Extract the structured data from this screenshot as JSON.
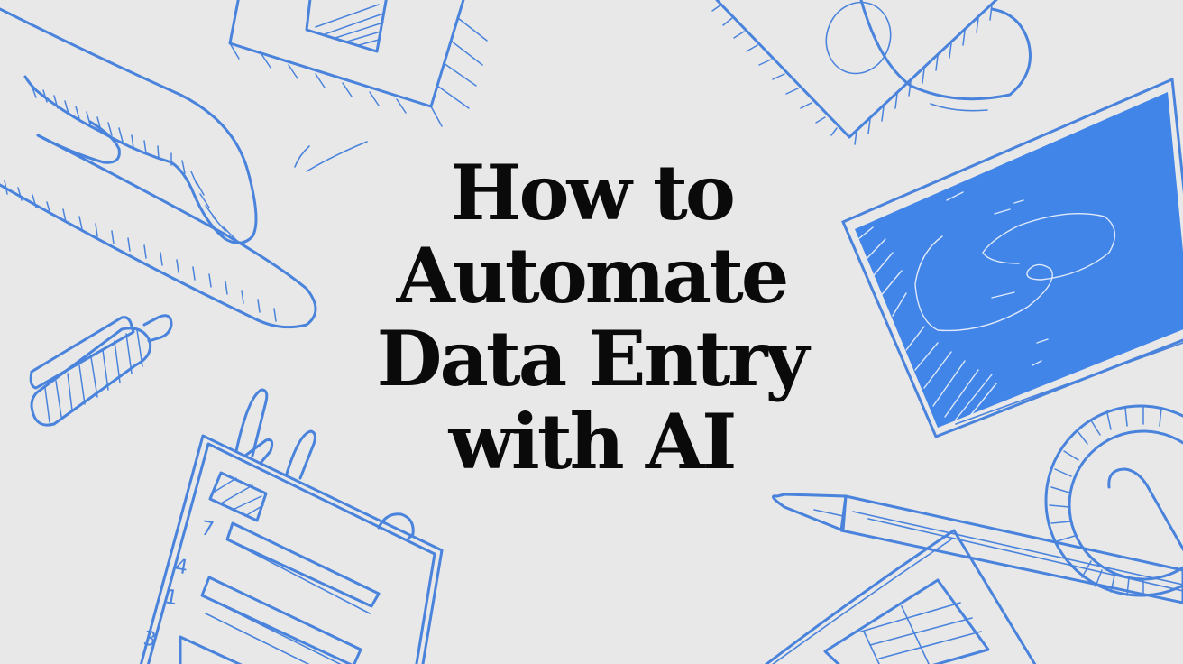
{
  "title": {
    "lines": [
      "How to",
      "Automate",
      "Data Entry",
      "with AI"
    ]
  },
  "illustration": {
    "clipboard_numbers": [
      "7",
      "4",
      "1",
      "3"
    ],
    "objects": [
      "pointing-hand",
      "usb-drive",
      "clipboard-checklist",
      "blue-tablet",
      "pen",
      "spreadsheet-paper",
      "tape-roll",
      "sticky-note-top",
      "paper-with-loops"
    ]
  },
  "colors": {
    "background": "#e8e8e8",
    "accent_blue": "#4a83dc",
    "tablet_fill": "#4285e8",
    "title_text": "#0a0a0a"
  }
}
